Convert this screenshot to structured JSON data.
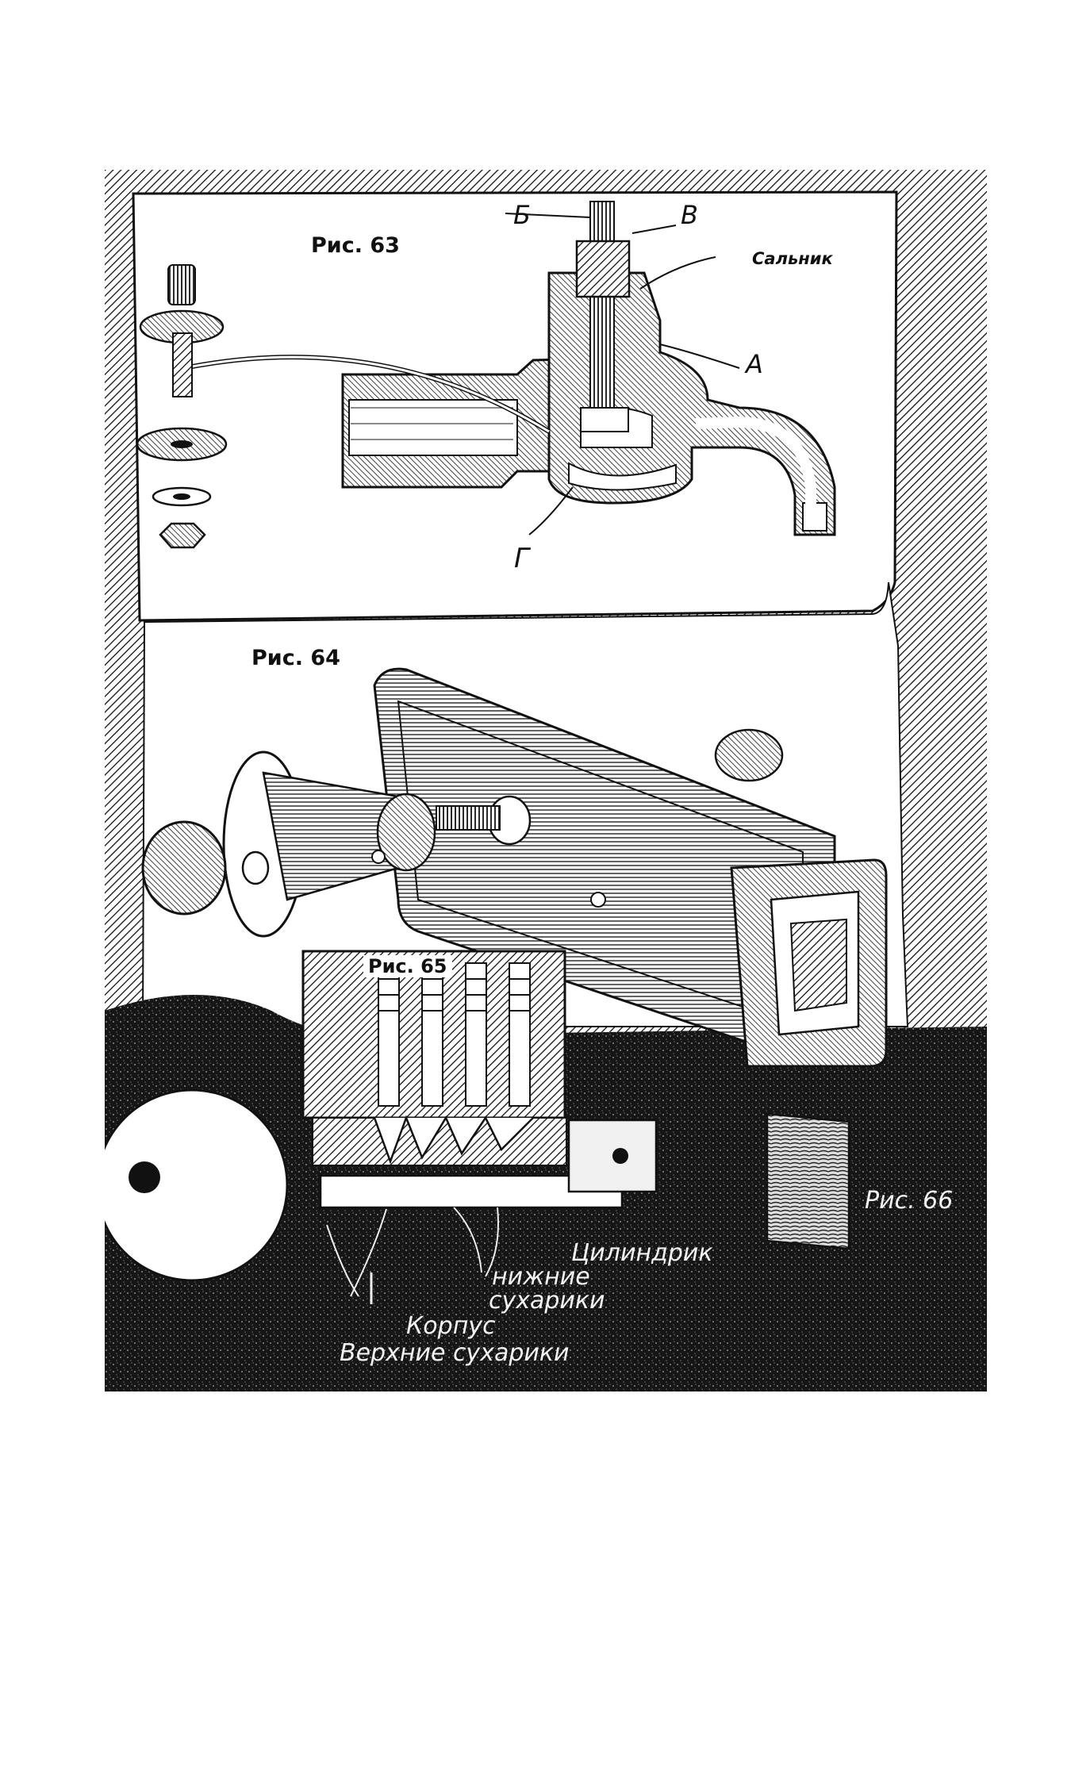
{
  "figures": {
    "fig63": {
      "caption": "Рис.  63",
      "labels": {
        "b": "Б",
        "v": "В",
        "salnik": "Сальник",
        "a": "А",
        "g": "Г"
      }
    },
    "fig64": {
      "caption": "Рис.  64"
    },
    "fig65": {
      "caption": "Рис.  65",
      "labels": {
        "cylinder": "Цилиндрик",
        "lower_pins_1": "нижние",
        "lower_pins_2": "сухарики",
        "body": "Корпус",
        "upper_pins": "Верхние  сухарики"
      }
    },
    "fig66": {
      "caption": "Рис. 66"
    }
  }
}
